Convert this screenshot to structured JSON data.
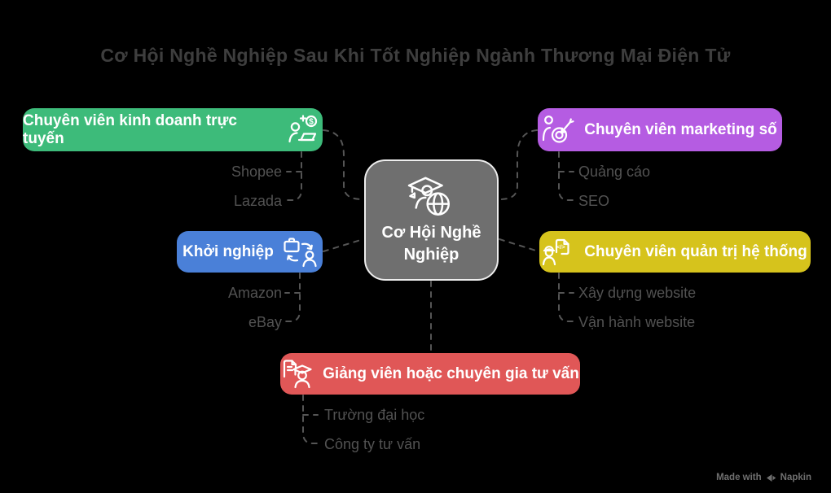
{
  "background_color": "#000000",
  "title": "Cơ Hội Nghề Nghiệp Sau Khi Tốt Nghiệp Ngành Thương Mại Điện Tử",
  "title_color": "#3e3e3e",
  "connector_color": "#555555",
  "sub_label_color": "#525252",
  "center": {
    "label": "Cơ Hội Nghề Nghiệp",
    "color": "#6f6f6f",
    "border_color": "#ededed",
    "icon": "graduate-globe-icon"
  },
  "branches": [
    {
      "label": "Chuyên viên kinh doanh trực tuyến",
      "color": "#3dbb7a",
      "icon": "person-laptop-dollar-icon",
      "children": [
        "Shopee",
        "Lazada"
      ]
    },
    {
      "label": "Chuyên viên marketing số",
      "color": "#b55ce2",
      "icon": "person-target-icon",
      "children": [
        "Quảng cáo",
        "SEO"
      ]
    },
    {
      "label": "Khởi nghiệp",
      "color": "#4a80d8",
      "icon": "briefcase-swap-person-icon",
      "children": [
        "Amazon",
        "eBay"
      ]
    },
    {
      "label": "Chuyên viên quản trị hệ thống",
      "color": "#d6c31c",
      "icon": "person-code-document-icon",
      "children": [
        "Xây dựng website",
        "Vận hành website"
      ]
    },
    {
      "label": "Giảng viên hoặc chuyên gia tư vấn",
      "color": "#e05757",
      "icon": "document-graduate-icon",
      "children": [
        "Trường đại học",
        "Công ty tư vấn"
      ]
    }
  ],
  "watermark": {
    "prefix": "Made with",
    "brand": "Napkin",
    "color": "#6f6f6f"
  }
}
